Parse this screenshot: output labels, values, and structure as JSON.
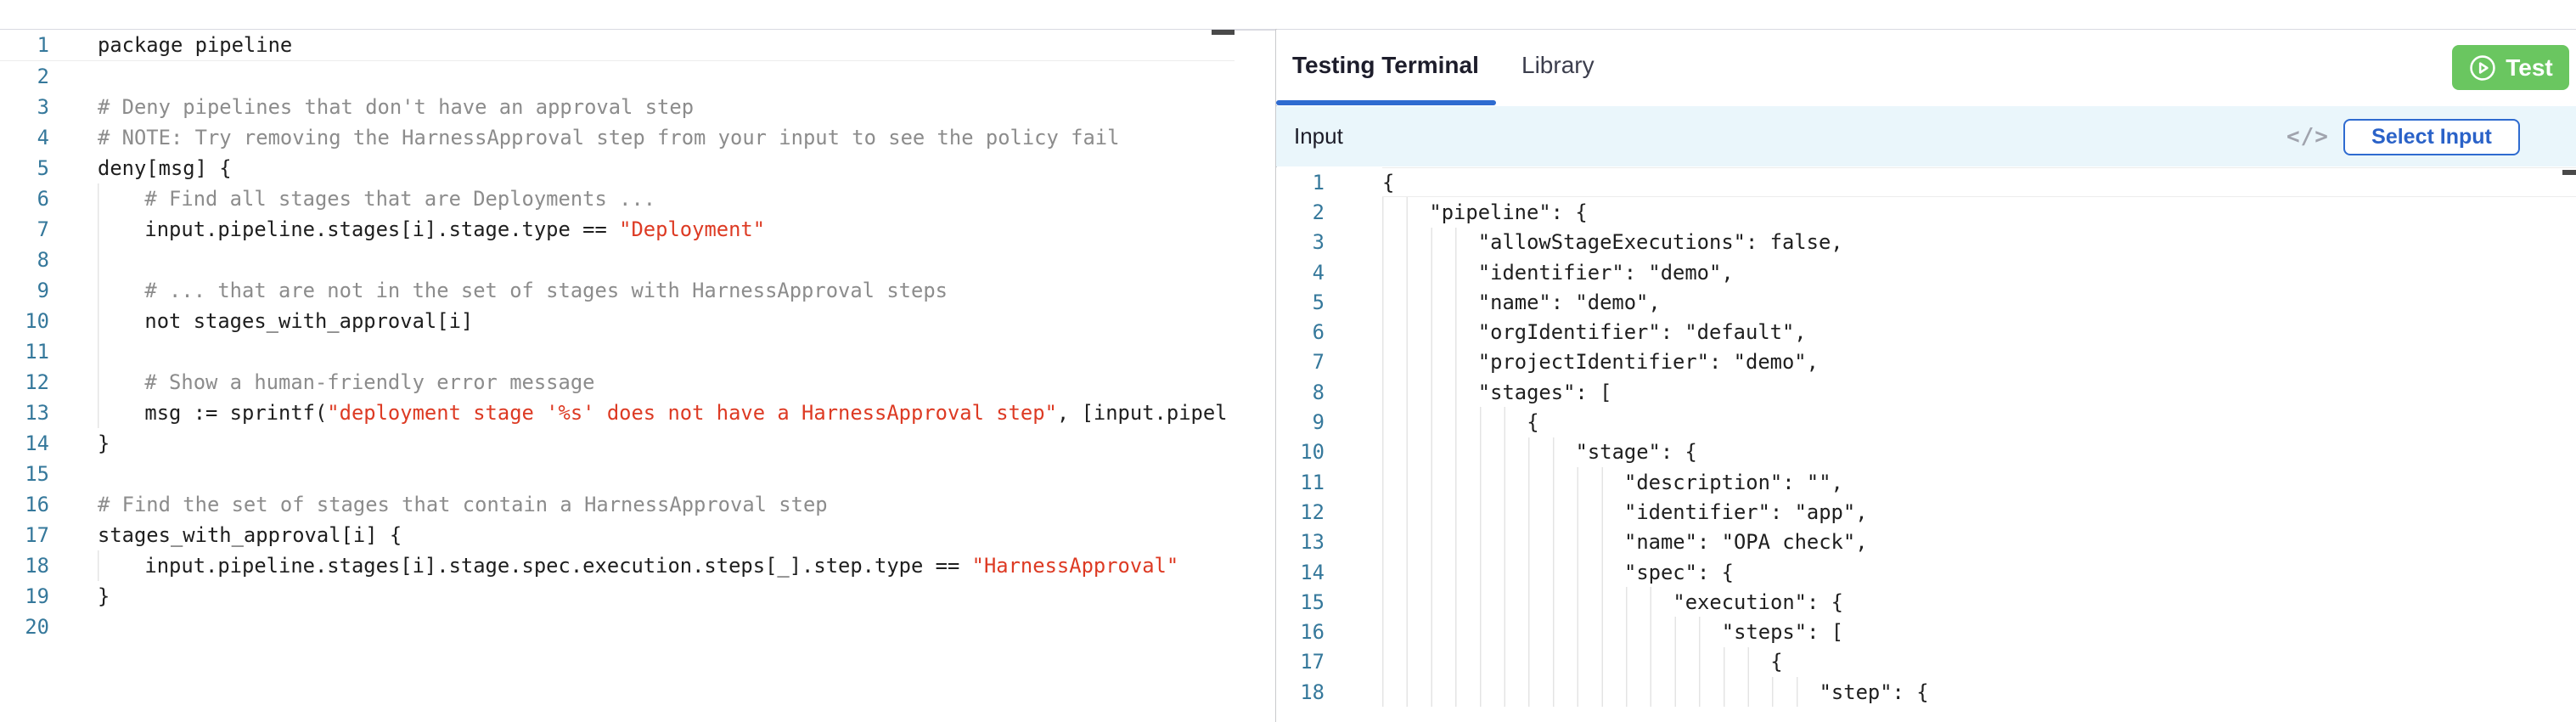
{
  "colors": {
    "accent_blue": "#2e6bd0",
    "button_green": "#6ac660",
    "string_red": "#dd3a23",
    "comment_gray": "#8c8c8c",
    "code_black": "#1e1e1e",
    "line_number_blue": "#35789b",
    "input_bar_bg": "#eaf6fb",
    "divider": "#c9cacd",
    "guide": "#e4e4e4",
    "current_line_border": "#ececec"
  },
  "left_editor": {
    "language": "rego",
    "lines": [
      {
        "num": 1,
        "indent": 0,
        "guide": false,
        "current": true,
        "segs": [
          {
            "t": "package pipeline",
            "c": "code"
          }
        ]
      },
      {
        "num": 2,
        "indent": 0,
        "guide": false,
        "current": false,
        "segs": []
      },
      {
        "num": 3,
        "indent": 0,
        "guide": false,
        "current": false,
        "segs": [
          {
            "t": "# Deny pipelines that don't have an approval step",
            "c": "comment"
          }
        ]
      },
      {
        "num": 4,
        "indent": 0,
        "guide": false,
        "current": false,
        "segs": [
          {
            "t": "# NOTE: Try removing the HarnessApproval step from your input to see the policy fail",
            "c": "comment"
          }
        ]
      },
      {
        "num": 5,
        "indent": 0,
        "guide": false,
        "current": false,
        "segs": [
          {
            "t": "deny[msg] {",
            "c": "code"
          }
        ]
      },
      {
        "num": 6,
        "indent": 4,
        "guide": true,
        "current": false,
        "segs": [
          {
            "t": "# Find all stages that are Deployments ...",
            "c": "comment"
          }
        ]
      },
      {
        "num": 7,
        "indent": 4,
        "guide": true,
        "current": false,
        "segs": [
          {
            "t": "input.pipeline.stages[i].stage.type == ",
            "c": "code"
          },
          {
            "t": "\"Deployment\"",
            "c": "string"
          }
        ]
      },
      {
        "num": 8,
        "indent": 4,
        "guide": true,
        "current": false,
        "segs": []
      },
      {
        "num": 9,
        "indent": 4,
        "guide": true,
        "current": false,
        "segs": [
          {
            "t": "# ... that are not in the set of stages with HarnessApproval steps",
            "c": "comment"
          }
        ]
      },
      {
        "num": 10,
        "indent": 4,
        "guide": true,
        "current": false,
        "segs": [
          {
            "t": "not stages_with_approval[i]",
            "c": "code"
          }
        ]
      },
      {
        "num": 11,
        "indent": 4,
        "guide": true,
        "current": false,
        "segs": []
      },
      {
        "num": 12,
        "indent": 4,
        "guide": true,
        "current": false,
        "segs": [
          {
            "t": "# Show a human-friendly error message",
            "c": "comment"
          }
        ]
      },
      {
        "num": 13,
        "indent": 4,
        "guide": true,
        "current": false,
        "segs": [
          {
            "t": "msg := sprintf(",
            "c": "code"
          },
          {
            "t": "\"deployment stage '%s' does not have a HarnessApproval step\"",
            "c": "string"
          },
          {
            "t": ", [input.pipel",
            "c": "code"
          }
        ]
      },
      {
        "num": 14,
        "indent": 0,
        "guide": false,
        "current": false,
        "segs": [
          {
            "t": "}",
            "c": "code"
          }
        ]
      },
      {
        "num": 15,
        "indent": 0,
        "guide": false,
        "current": false,
        "segs": []
      },
      {
        "num": 16,
        "indent": 0,
        "guide": false,
        "current": false,
        "segs": [
          {
            "t": "# Find the set of stages that contain a HarnessApproval step",
            "c": "comment"
          }
        ]
      },
      {
        "num": 17,
        "indent": 0,
        "guide": false,
        "current": false,
        "segs": [
          {
            "t": "stages_with_approval[i] {",
            "c": "code"
          }
        ]
      },
      {
        "num": 18,
        "indent": 4,
        "guide": true,
        "current": false,
        "segs": [
          {
            "t": "input.pipeline.stages[i].stage.spec.execution.steps[_].step.type == ",
            "c": "code"
          },
          {
            "t": "\"HarnessApproval\"",
            "c": "string"
          }
        ]
      },
      {
        "num": 19,
        "indent": 0,
        "guide": false,
        "current": false,
        "segs": [
          {
            "t": "}",
            "c": "code"
          }
        ]
      },
      {
        "num": 20,
        "indent": 0,
        "guide": false,
        "current": false,
        "segs": []
      }
    ]
  },
  "right_panel": {
    "tabs": [
      {
        "label": "Testing Terminal",
        "active": true
      },
      {
        "label": "Library",
        "active": false
      }
    ],
    "test_button": {
      "label": "Test",
      "icon": "play-circle-icon"
    },
    "input_header": {
      "title": "Input",
      "code_icon": "</>",
      "select_button": "Select Input"
    },
    "json_editor": {
      "language": "json",
      "lines": [
        {
          "num": 1,
          "indent": 0,
          "guide": false,
          "current": true,
          "segs": [
            {
              "t": "{",
              "c": "code"
            }
          ]
        },
        {
          "num": 2,
          "indent": 4,
          "guide": true,
          "current": false,
          "segs": [
            {
              "t": "\"pipeline\": {",
              "c": "code"
            }
          ]
        },
        {
          "num": 3,
          "indent": 8,
          "guide": true,
          "current": false,
          "segs": [
            {
              "t": "\"allowStageExecutions\": false,",
              "c": "code"
            }
          ]
        },
        {
          "num": 4,
          "indent": 8,
          "guide": true,
          "current": false,
          "segs": [
            {
              "t": "\"identifier\": \"demo\",",
              "c": "code"
            }
          ]
        },
        {
          "num": 5,
          "indent": 8,
          "guide": true,
          "current": false,
          "segs": [
            {
              "t": "\"name\": \"demo\",",
              "c": "code"
            }
          ]
        },
        {
          "num": 6,
          "indent": 8,
          "guide": true,
          "current": false,
          "segs": [
            {
              "t": "\"orgIdentifier\": \"default\",",
              "c": "code"
            }
          ]
        },
        {
          "num": 7,
          "indent": 8,
          "guide": true,
          "current": false,
          "segs": [
            {
              "t": "\"projectIdentifier\": \"demo\",",
              "c": "code"
            }
          ]
        },
        {
          "num": 8,
          "indent": 8,
          "guide": true,
          "current": false,
          "segs": [
            {
              "t": "\"stages\": [",
              "c": "code"
            }
          ]
        },
        {
          "num": 9,
          "indent": 12,
          "guide": true,
          "current": false,
          "segs": [
            {
              "t": "{",
              "c": "code"
            }
          ]
        },
        {
          "num": 10,
          "indent": 16,
          "guide": true,
          "current": false,
          "segs": [
            {
              "t": "\"stage\": {",
              "c": "code"
            }
          ]
        },
        {
          "num": 11,
          "indent": 20,
          "guide": true,
          "current": false,
          "segs": [
            {
              "t": "\"description\": \"\",",
              "c": "code"
            }
          ]
        },
        {
          "num": 12,
          "indent": 20,
          "guide": true,
          "current": false,
          "segs": [
            {
              "t": "\"identifier\": \"app\",",
              "c": "code"
            }
          ]
        },
        {
          "num": 13,
          "indent": 20,
          "guide": true,
          "current": false,
          "segs": [
            {
              "t": "\"name\": \"OPA check\",",
              "c": "code"
            }
          ]
        },
        {
          "num": 14,
          "indent": 20,
          "guide": true,
          "current": false,
          "segs": [
            {
              "t": "\"spec\": {",
              "c": "code"
            }
          ]
        },
        {
          "num": 15,
          "indent": 24,
          "guide": true,
          "current": false,
          "segs": [
            {
              "t": "\"execution\": {",
              "c": "code"
            }
          ]
        },
        {
          "num": 16,
          "indent": 28,
          "guide": true,
          "current": false,
          "segs": [
            {
              "t": "\"steps\": [",
              "c": "code"
            }
          ]
        },
        {
          "num": 17,
          "indent": 32,
          "guide": true,
          "current": false,
          "segs": [
            {
              "t": "{",
              "c": "code"
            }
          ]
        },
        {
          "num": 18,
          "indent": 36,
          "guide": true,
          "current": false,
          "segs": [
            {
              "t": "\"step\": {",
              "c": "code"
            }
          ]
        }
      ]
    }
  }
}
